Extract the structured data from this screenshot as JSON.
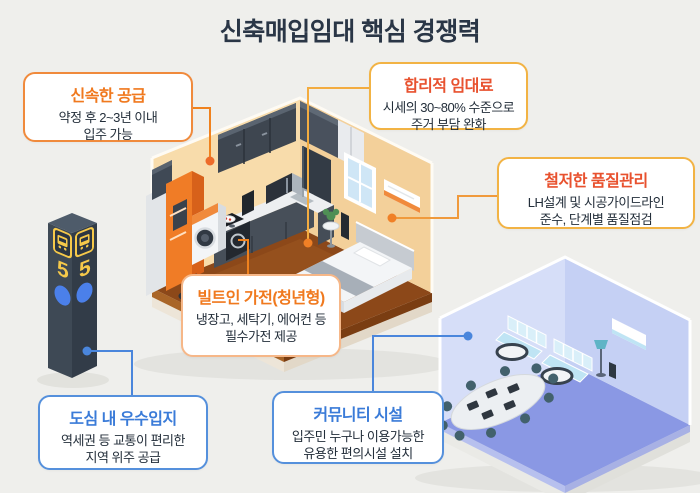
{
  "title": "신축매입임대 핵심 경쟁력",
  "callouts": {
    "supply": {
      "title": "신속한 공급",
      "body": "약정 후 2~3년 이내\n입주 가능"
    },
    "rent": {
      "title": "합리적 임대료",
      "body": "시세의 30~80% 수준으로\n주거 부담 완화"
    },
    "quality": {
      "title": "철저한 품질관리",
      "body": "LH설계 및 시공가이드라인\n준수, 단계별 품질점검"
    },
    "appliances": {
      "title": "빌트인 가전(청년형)",
      "body": "냉장고, 세탁기, 에어컨 등\n필수가전 제공"
    },
    "location": {
      "title": "도심 내 우수입지",
      "body": "역세권 등 교통이 편리한\n지역 위주 공급"
    },
    "community": {
      "title": "커뮤니티 시설",
      "body": "입주민 누구나 이용가능한\n유용한 편의시설 설치"
    }
  },
  "pillar": {
    "left_route": "5",
    "right_route": "5",
    "icon": "bus-sign-icon"
  },
  "colors": {
    "background": "#EFEFEC",
    "title_text": "#2A3646",
    "orange_accent": "#F0791E",
    "red_accent": "#E8512E",
    "orange_border": "#F08A3C",
    "gold_border": "#F2B344",
    "blue_accent": "#3A7BD8",
    "blue_border": "#5590DC",
    "body_text": "#232E3A",
    "kitchen_wall": "#F8DCAB",
    "kitchen_floor": "#8C4819",
    "community_wall": "#D6DEF8",
    "community_floor": "#8A98E4",
    "fridge_orange": "#F07C26",
    "pillar_navy": "#3E4955",
    "bus_sign_yellow": "#F6C94A",
    "route_dot_blue": "#4B80EA"
  }
}
